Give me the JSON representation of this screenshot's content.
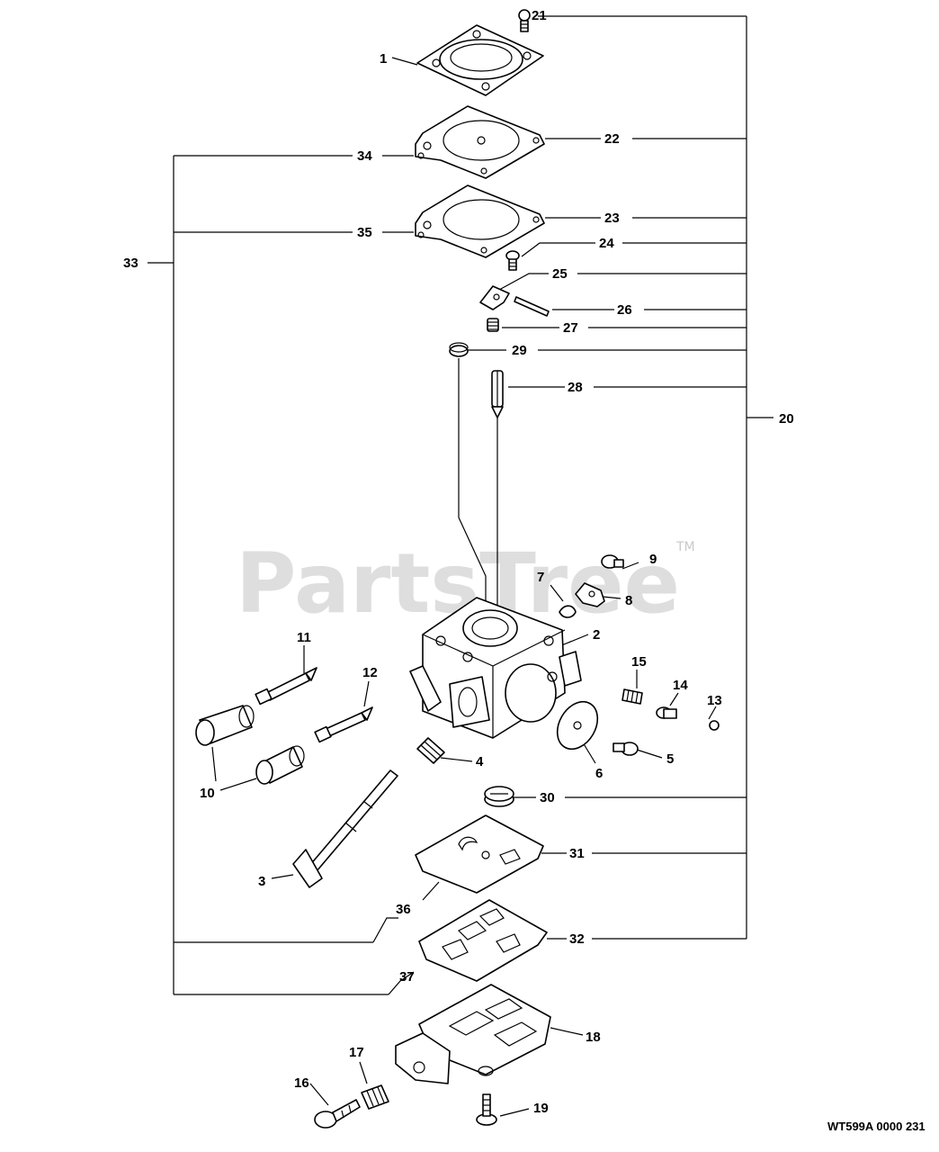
{
  "watermark": {
    "text": "PartsTree",
    "tm": "TM"
  },
  "figure_code": "WT599A 0000 231",
  "callouts": [
    {
      "id": "c1",
      "label": "1"
    },
    {
      "id": "c2",
      "label": "2"
    },
    {
      "id": "c3",
      "label": "3"
    },
    {
      "id": "c4",
      "label": "4"
    },
    {
      "id": "c5",
      "label": "5"
    },
    {
      "id": "c6",
      "label": "6"
    },
    {
      "id": "c7",
      "label": "7"
    },
    {
      "id": "c8",
      "label": "8"
    },
    {
      "id": "c9",
      "label": "9"
    },
    {
      "id": "c10",
      "label": "10"
    },
    {
      "id": "c11",
      "label": "11"
    },
    {
      "id": "c12",
      "label": "12"
    },
    {
      "id": "c13",
      "label": "13"
    },
    {
      "id": "c14",
      "label": "14"
    },
    {
      "id": "c15",
      "label": "15"
    },
    {
      "id": "c16",
      "label": "16"
    },
    {
      "id": "c17",
      "label": "17"
    },
    {
      "id": "c18",
      "label": "18"
    },
    {
      "id": "c19",
      "label": "19"
    },
    {
      "id": "c20",
      "label": "20"
    },
    {
      "id": "c21",
      "label": "21"
    },
    {
      "id": "c22",
      "label": "22"
    },
    {
      "id": "c23",
      "label": "23"
    },
    {
      "id": "c24",
      "label": "24"
    },
    {
      "id": "c25",
      "label": "25"
    },
    {
      "id": "c26",
      "label": "26"
    },
    {
      "id": "c27",
      "label": "27"
    },
    {
      "id": "c28",
      "label": "28"
    },
    {
      "id": "c29",
      "label": "29"
    },
    {
      "id": "c30",
      "label": "30"
    },
    {
      "id": "c31",
      "label": "31"
    },
    {
      "id": "c32",
      "label": "32"
    },
    {
      "id": "c33",
      "label": "33"
    },
    {
      "id": "c34",
      "label": "34"
    },
    {
      "id": "c35",
      "label": "35"
    },
    {
      "id": "c36",
      "label": "36"
    },
    {
      "id": "c37",
      "label": "37"
    }
  ]
}
